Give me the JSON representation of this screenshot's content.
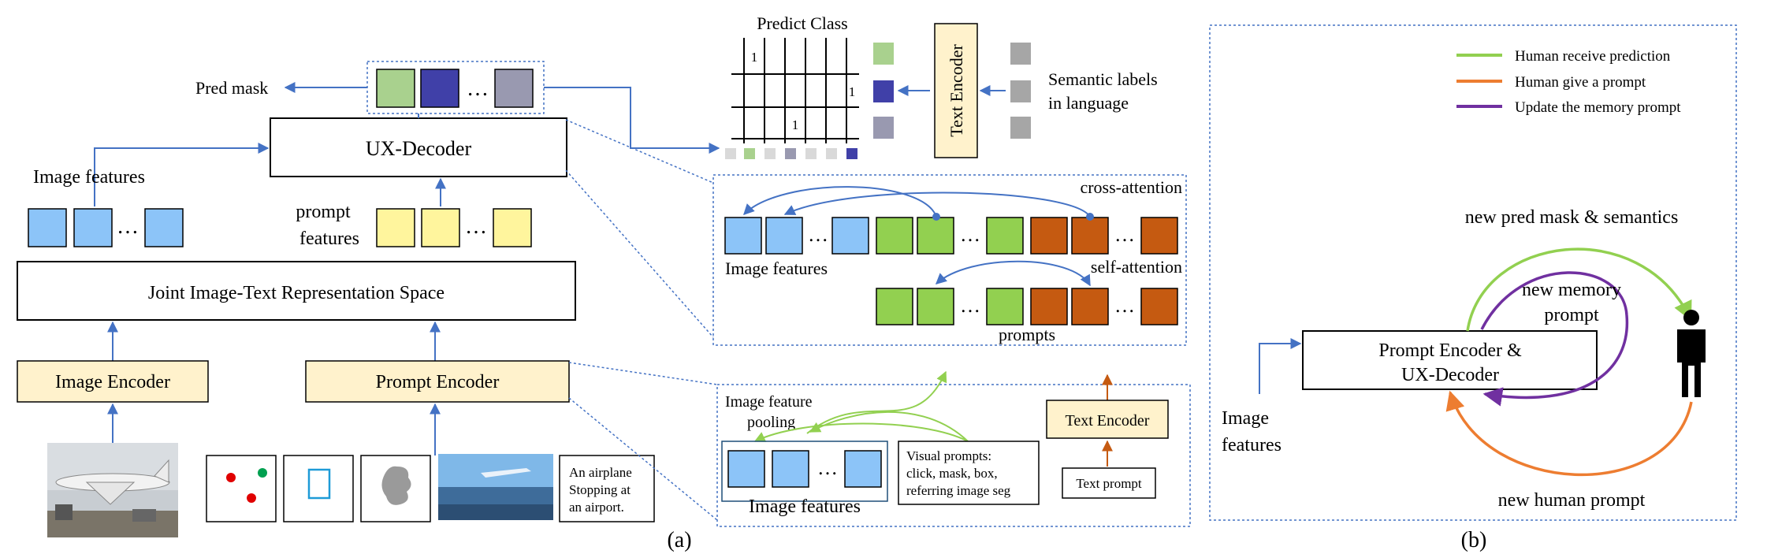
{
  "panel_a": {
    "pred_mask": "Pred mask",
    "ux_decoder": "UX-Decoder",
    "image_features": "Image features",
    "prompt_features_line1": "prompt",
    "prompt_features_line2": "features",
    "ellipsis": "…",
    "joint_space": "Joint Image-Text Representation Space",
    "image_encoder": "Image Encoder",
    "prompt_encoder": "Prompt Encoder",
    "caption_line1": "An airplane",
    "caption_line2": "Stopping at",
    "caption_line3": "an airport.",
    "predict_class": "Predict Class",
    "grid_ones": [
      "1",
      "1",
      "1"
    ],
    "text_encoder": "Text Encoder",
    "semantic_labels_line1": "Semantic labels",
    "semantic_labels_line2": "in language",
    "cross_attention": "cross-attention",
    "self_attention": "self-attention",
    "zoom_image_features": "Image features",
    "prompts": "prompts",
    "pooling_line1": "Image feature",
    "pooling_line2": "pooling",
    "pooled_image_features": "Image features",
    "visual_prompts_line1": "Visual prompts:",
    "visual_prompts_line2": "click, mask, box,",
    "visual_prompts_line3": "referring image seg",
    "text_encoder_bottom": "Text Encoder",
    "text_prompt": "Text prompt",
    "label": "(a)"
  },
  "panel_b": {
    "legend": [
      {
        "label": "Human receive prediction",
        "color": "#92D050"
      },
      {
        "label": "Human give a prompt",
        "color": "#ED7D31"
      },
      {
        "label": "Update the memory prompt",
        "color": "#7030A0"
      }
    ],
    "new_pred": "new pred mask & semantics",
    "new_memory_line1": "new memory",
    "new_memory_line2": "prompt",
    "encoder_line1": "Prompt Encoder &",
    "encoder_line2": "UX-Decoder",
    "image_features_line1": "Image",
    "image_features_line2": "features",
    "new_human_prompt": "new human prompt",
    "label": "(b)"
  },
  "colors": {
    "blue_feature": "#8CC4F8",
    "yellow_feature": "#FFF59D",
    "green_feature": "#92D050",
    "orange_feature": "#C55A11",
    "encoder_fill": "#FFF2CC",
    "arrow_blue": "#4472C4",
    "mask_green": "#A9D18E",
    "mask_purple": "#4040A8",
    "mask_gray": "#9999B0"
  }
}
